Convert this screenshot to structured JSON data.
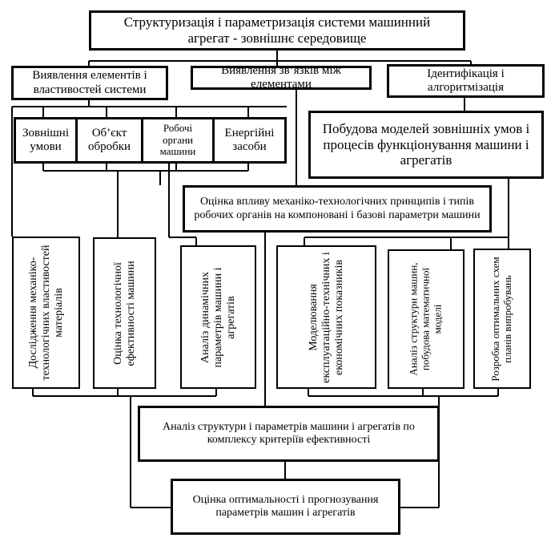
{
  "top": "Структуризація і параметризація системи машинний агрегат - зовнішнє середовище",
  "level2": {
    "elements": "Виявлення елементів і властивостей системи",
    "links": "Виявлення зв’язків між елементами",
    "identification": "Ідентифікація і алгоритмізація"
  },
  "level3": {
    "external": "Зовнішні умови",
    "object": "Об’єкт обробки",
    "organs": "Робочі органи машини",
    "energy": "Енергійні засоби"
  },
  "models": "Побудова моделей зовнішніх умов і процесів функціонування машини і агрегатів",
  "assessment": "Оцінка впливу механіко-технологічних принципів і типів робочих органів на компоновані і базові параметри машини",
  "columns": {
    "research": "Дослідження механіко-технологічних властивостей матеріалів",
    "tech_eff": "Оцінка технологічної ефективності машини",
    "dynamic": "Аналіз динамічних параметрів машини і агрегатів",
    "modeling": "Моделювання експлуатаційно-технічних і економічних показників",
    "structure": "Аналіз структури машин, побудова математичної моделі",
    "test_plans": "Розробка оптимальних схем планів випробувань"
  },
  "analysis": "Аналіз структури і параметрів машини і агрегатів по комплексу критеріїв ефективності",
  "final": "Оцінка оптимальності і прогнозування параметрів машин і агрегатів"
}
